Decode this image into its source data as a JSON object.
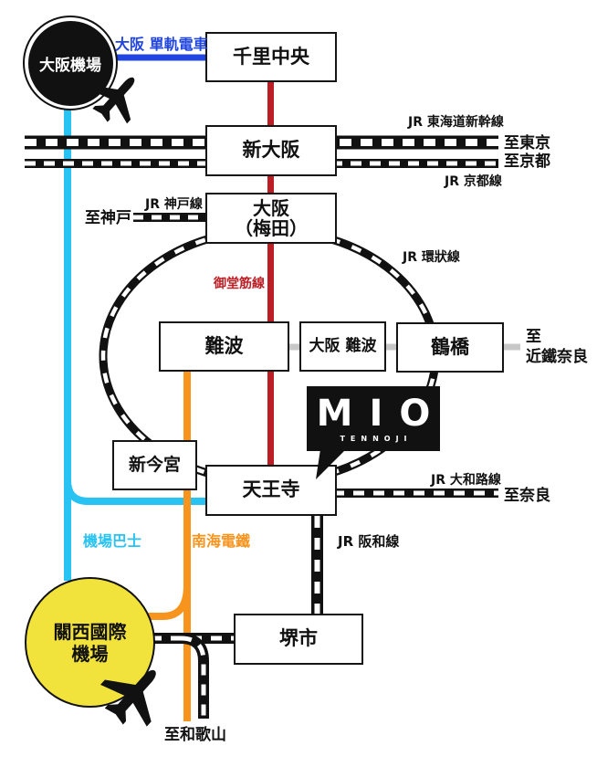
{
  "stations": {
    "chisato": "千里中央",
    "shin_osaka": "新大阪",
    "osaka_l1": "大阪",
    "osaka_l2": "（梅田）",
    "namba": "難波",
    "osaka_namba": "大阪 難波",
    "tsuruhashi": "鶴橋",
    "shin_imamiya": "新今宮",
    "tennoji": "天王寺",
    "sakai": "堺市"
  },
  "airports": {
    "itami": "大阪機場",
    "kix_l1": "關西國際",
    "kix_l2": "機場"
  },
  "lines": {
    "monorail": "大阪 單軌電車",
    "shinkansen": "JR 東海道新幹線",
    "kyoto": "JR 京都線",
    "kobe": "JR 神戸線",
    "loop": "JR 環狀線",
    "midosuji": "御堂筋線",
    "airport_bus": "機場巴士",
    "nankai": "南海電鐵",
    "yamatoji": "JR 大和路線",
    "hanwa": "JR 阪和線"
  },
  "destinations": {
    "tokyo": "至東京",
    "kyoto": "至京都",
    "kobe": "至神戸",
    "kintetsu_nara_l1": "至",
    "kintetsu_nara_l2": "近鐵奈良",
    "nara": "至奈良",
    "wakayama": "至和歌山"
  },
  "mio": {
    "name": "MIO",
    "subtitle": "TENNOJI"
  },
  "icons": {
    "itami_plane": "airplane",
    "kix_plane": "airplane"
  },
  "colors": {
    "monorail_blue": "#2045e0",
    "bus_cyan": "#29c3f3",
    "nankai_orange": "#f7941e",
    "midosuji_red": "#bb1e24",
    "kix_yellow": "#f2e33c",
    "kintetsu_gray": "#c8c8c8",
    "rail_black": "#111111"
  }
}
